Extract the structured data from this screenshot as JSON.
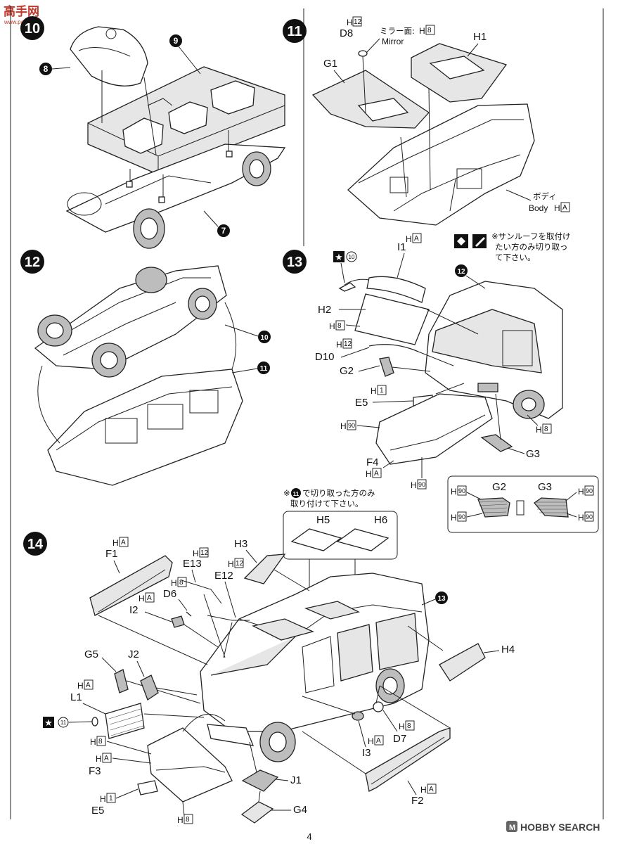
{
  "watermark_top": {
    "brand": "高手网",
    "url": "www.pass.com"
  },
  "watermark_bottom": {
    "brand": "HOBBY SEARCH",
    "icon": "M"
  },
  "page_number": "4",
  "steps": [
    {
      "id": "step-10",
      "number": "10"
    },
    {
      "id": "step-11",
      "number": "11"
    },
    {
      "id": "step-12",
      "number": "12"
    },
    {
      "id": "step-13",
      "number": "13"
    },
    {
      "id": "step-14",
      "number": "14"
    }
  ],
  "step10": {
    "parts": [
      "8",
      "9",
      "7"
    ]
  },
  "step11": {
    "d8": "D8",
    "d8_runner": "H",
    "d8_runner_num": "12",
    "mirror_jp": "ミラー面:",
    "mirror_runner": "H",
    "mirror_runner_num": "8",
    "mirror_en": "Mirror",
    "g1": "G1",
    "h1": "H1",
    "body_jp": "ボディ",
    "body_en": "Body",
    "body_runner": "H",
    "body_runner_letter": "A",
    "note_line1": "※サンルーフを取付け",
    "note_line2": "たい方のみ切り取っ",
    "note_line3": "て下さい。"
  },
  "step12": {
    "parts": [
      "10",
      "11"
    ]
  },
  "step13": {
    "i1": "I1",
    "i1_runner": "H",
    "i1_runner_letter": "A",
    "star_ref": "10",
    "ref_12": "12",
    "h2": "H2",
    "h8a": "H",
    "h8a_num": "8",
    "h12": "H",
    "h12_num": "12",
    "d10": "D10",
    "g2": "G2",
    "h1r": "H",
    "h1r_num": "1",
    "e5": "E5",
    "h90a": "H",
    "h90a_num": "90",
    "h8b": "H",
    "h8b_num": "8",
    "g3": "G3",
    "f4": "F4",
    "f4_runner": "H",
    "f4_runner_letter": "A",
    "h90b": "H",
    "h90b_num": "90",
    "detail": {
      "g2": "G2",
      "g3": "G3",
      "runner": "H",
      "runner_num": "90"
    }
  },
  "step14": {
    "note_prefix": "※",
    "note_ref": "11",
    "note_line1": "で切り取った方のみ",
    "note_line2": "取り付けて下さい。",
    "h5": "H5",
    "h6": "H6",
    "h3": "H3",
    "h4": "H4",
    "f1": "F1",
    "f1_runner": "H",
    "f1_runner_letter": "A",
    "e13": "E13",
    "e13_runner": "H",
    "e13_runner_num": "12",
    "e12": "E12",
    "e12_runner": "H",
    "e12_runner_num": "12",
    "d6": "D6",
    "d6_runner": "H",
    "d6_runner_num": "8",
    "i2": "I2",
    "i2_runner": "H",
    "i2_runner_letter": "A",
    "ref_13": "13",
    "g5": "G5",
    "j2": "J2",
    "l1": "L1",
    "l1_runner": "H",
    "l1_runner_letter": "A",
    "star_ref": "11",
    "f3": "F3",
    "f3_runner_a": "H",
    "f3_runner_a_num": "8",
    "f3_runner_b": "H",
    "f3_runner_b_letter": "A",
    "e5": "E5",
    "e5_runner": "H",
    "e5_runner_num": "1",
    "h8c": "H",
    "h8c_num": "8",
    "j1": "J1",
    "g4": "G4",
    "d7": "D7",
    "d7_runner": "H",
    "d7_runner_num": "8",
    "i3": "I3",
    "i3_runner": "H",
    "i3_runner_letter": "A",
    "f2": "F2",
    "f2_runner": "H",
    "f2_runner_letter": "A"
  }
}
